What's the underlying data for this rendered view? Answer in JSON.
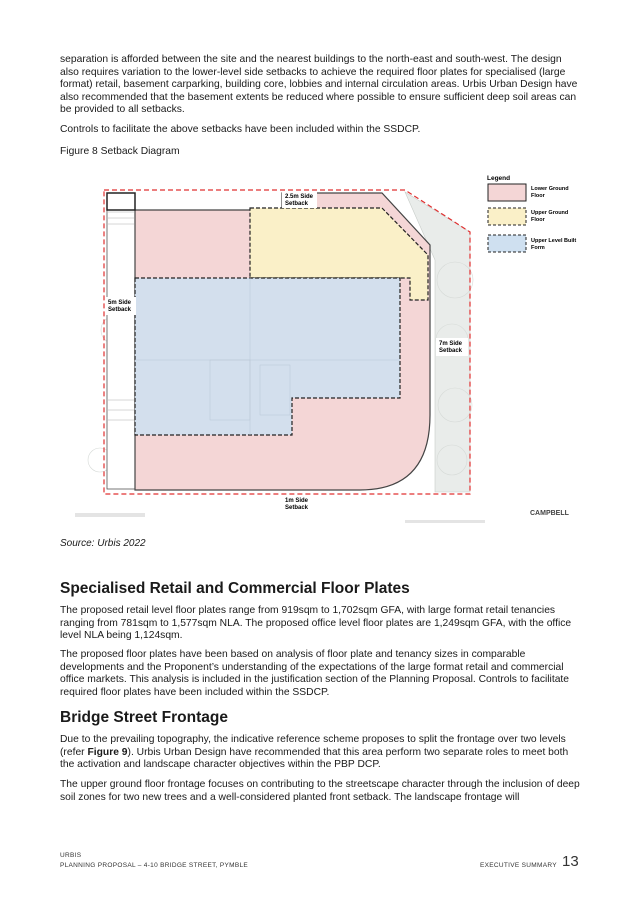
{
  "intro": {
    "para1": "separation is afforded between the site and the nearest buildings to the north-east and south-west. The design also requires variation to the lower-level side setbacks to achieve the required floor plates for specialised (large format) retail, basement carparking, building core, lobbies and internal circulation areas. Urbis Urban Design have also recommended that the basement extents be reduced where possible to ensure sufficient deep soil areas can be provided to all setbacks.",
    "para2": "Controls to facilitate the above setbacks have been included within the SSDCP.",
    "figure_caption": "Figure 8 Setback Diagram"
  },
  "figure": {
    "labels": {
      "side_2_5m": "2.5m Side",
      "side_5m": "5m Side",
      "side_7m": "7m Side",
      "side_1m": "1m Side",
      "setback": "Setback"
    },
    "legend": {
      "title": "Legend",
      "items": [
        {
          "line1": "Lower Ground",
          "line2": "Floor",
          "color": "#f4d6d6",
          "stroke": "#222222",
          "dashed": false
        },
        {
          "line1": "Upper Ground",
          "line2": "Floor",
          "color": "#faf0c8",
          "stroke": "#222222",
          "dashed": true
        },
        {
          "line1": "Upper Level Built",
          "line2": "Form",
          "color": "#cfe0f0",
          "stroke": "#222222",
          "dashed": true
        }
      ]
    },
    "logo": "CAMPBELL",
    "colors": {
      "site_boundary": "#e03030",
      "lower_ground": "#f4d6d6",
      "upper_ground": "#faf0c8",
      "upper_level": "#cfe0f0",
      "landscape": "#e9ecea"
    }
  },
  "source": "Source: Urbis 2022",
  "section1": {
    "heading": "Specialised Retail and Commercial Floor Plates",
    "para1": "The proposed retail level floor plates range from 919sqm to 1,702sqm GFA, with large format retail tenancies ranging from 781sqm to 1,577sqm NLA. The proposed office level floor plates are 1,249sqm GFA, with the office level NLA being 1,124sqm.",
    "para2": "The proposed floor plates have been based on analysis of floor plate and tenancy sizes in comparable developments and the Proponent’s understanding of the expectations of the large format retail and commercial office markets. This analysis is included in the justification section of the Planning Proposal. Controls to facilitate required floor plates have been included within the SSDCP."
  },
  "section2": {
    "heading": "Bridge Street Frontage",
    "para1_before": "Due to the prevailing topography, the indicative reference scheme proposes to split the frontage over two levels (refer ",
    "para1_ref": "Figure 9",
    "para1_after": "). Urbis Urban Design have recommended that this area perform two separate roles to meet both the activation and landscape character objectives within the PBP DCP.",
    "para2": "The upper ground floor frontage focuses on contributing to the streetscape character through the inclusion of deep soil zones for two new trees and a well-considered planted front setback. The landscape frontage will"
  },
  "footer": {
    "org": "URBIS",
    "doc": "PLANNING PROPOSAL – 4-10 BRIDGE STREET, PYMBLE",
    "section": "EXECUTIVE SUMMARY",
    "page": "13"
  }
}
